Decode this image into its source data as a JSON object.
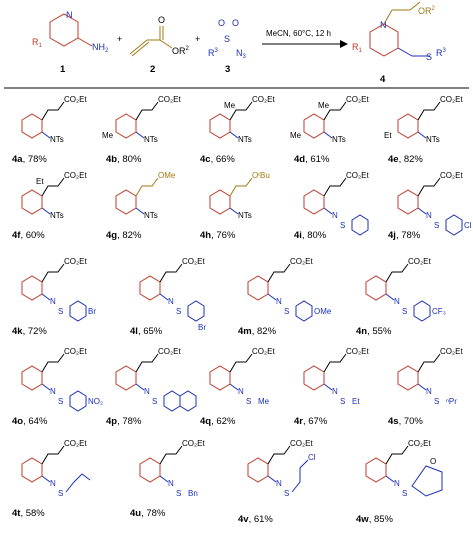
{
  "header": {
    "reagent1_label": "1",
    "reagent2_label": "2",
    "reagent3_label": "3",
    "product_label": "4",
    "conditions": "MeCN, 60°C, 12 h",
    "plus": "+",
    "r1": "R",
    "r1_sub": "1",
    "nh2": "NH",
    "nh2_sub": "2",
    "or2": "OR",
    "or2_sup": "2",
    "r3": "R",
    "r3_sup": "3",
    "n3": "N",
    "n3_sub": "3",
    "s": "S",
    "o": "O",
    "n": "N"
  },
  "groups": {
    "co2et": "CO₂Et",
    "nts": "NTs",
    "me": "Me",
    "et": "Et",
    "ome": "OMe",
    "tbu": "OᵗBu",
    "br": "Br",
    "cl": "Cl",
    "cf3": "CF₃",
    "no2": "NO₂",
    "ome_ar": "OMe",
    "npr": "ⁿPr",
    "bn": "Bn"
  },
  "compounds": [
    {
      "id": "4a",
      "yield": "78%"
    },
    {
      "id": "4b",
      "yield": "80%"
    },
    {
      "id": "4c",
      "yield": "66%"
    },
    {
      "id": "4d",
      "yield": "61%"
    },
    {
      "id": "4e",
      "yield": "82%"
    },
    {
      "id": "4f",
      "yield": "60%"
    },
    {
      "id": "4g",
      "yield": "82%"
    },
    {
      "id": "4h",
      "yield": "76%"
    },
    {
      "id": "4i",
      "yield": "80%"
    },
    {
      "id": "4j",
      "yield": "78%"
    },
    {
      "id": "4k",
      "yield": "72%"
    },
    {
      "id": "4l",
      "yield": "65%"
    },
    {
      "id": "4m",
      "yield": "82%"
    },
    {
      "id": "4n",
      "yield": "55%"
    },
    {
      "id": "4o",
      "yield": "64%"
    },
    {
      "id": "4p",
      "yield": "78%"
    },
    {
      "id": "4q",
      "yield": "62%"
    },
    {
      "id": "4r",
      "yield": "67%"
    },
    {
      "id": "4s",
      "yield": "70%"
    },
    {
      "id": "4t",
      "yield": "58%"
    },
    {
      "id": "4u",
      "yield": "78%"
    },
    {
      "id": "4v",
      "yield": "61%"
    },
    {
      "id": "4w",
      "yield": "85%"
    }
  ]
}
